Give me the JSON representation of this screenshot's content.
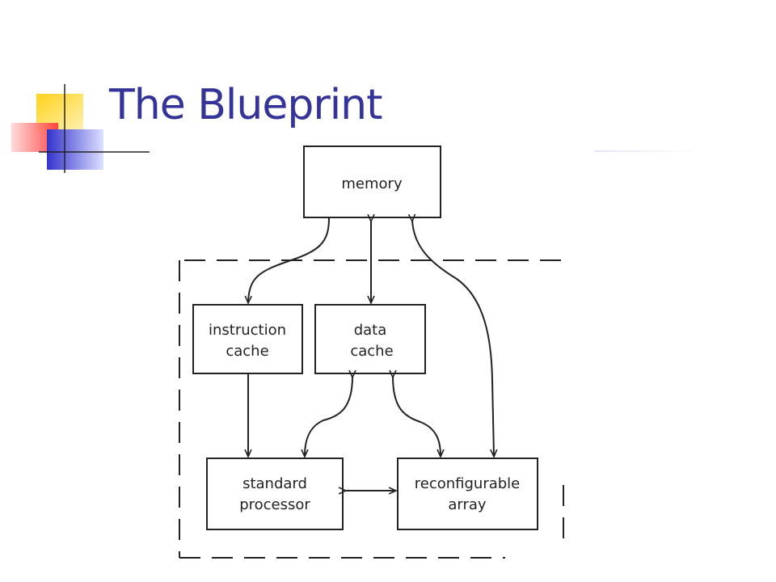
{
  "slide": {
    "title": "The Blueprint"
  },
  "diagram": {
    "nodes": {
      "memory": {
        "lines": [
          "memory"
        ]
      },
      "instruction_cache": {
        "lines": [
          "instruction",
          "cache"
        ]
      },
      "data_cache": {
        "lines": [
          "data",
          "cache"
        ]
      },
      "standard_processor": {
        "lines": [
          "standard",
          "processor"
        ]
      },
      "reconfigurable_array": {
        "lines": [
          "reconfigurable",
          "array"
        ]
      }
    },
    "colors": {
      "title": "#333399",
      "deco_yellow": "#ffcc00",
      "deco_red": "#ff3333",
      "deco_blue": "#3333cc",
      "lines": "#222222"
    }
  }
}
